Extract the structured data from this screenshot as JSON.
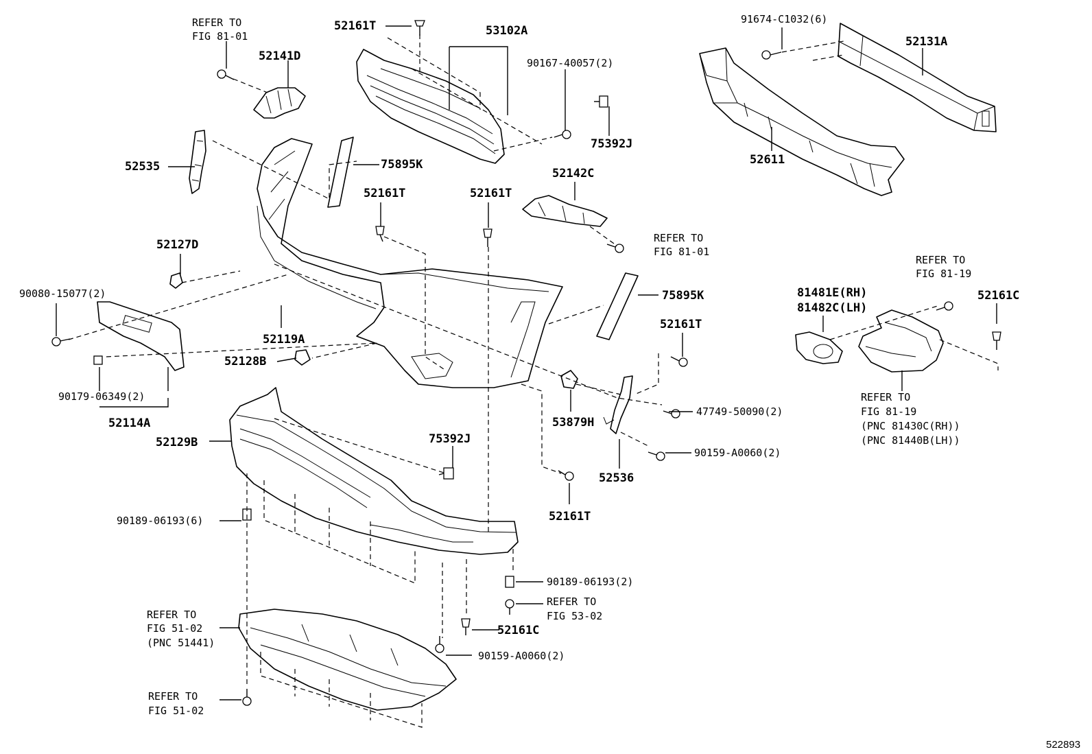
{
  "diagram_id": "522893",
  "labels": [
    {
      "text": "REFER TO"
    },
    {
      "text": "FIG 81-01"
    },
    {
      "text": "52141D"
    },
    {
      "text": "52161T"
    },
    {
      "text": "53102A"
    },
    {
      "text": "90167-40057(2)"
    },
    {
      "text": "75392J"
    },
    {
      "text": "91674-C1032(6)"
    },
    {
      "text": "52131A"
    },
    {
      "text": "52611"
    },
    {
      "text": "52535"
    },
    {
      "text": "75895K"
    },
    {
      "text": "52161T"
    },
    {
      "text": "52161T"
    },
    {
      "text": "52142C"
    },
    {
      "text": "REFER TO"
    },
    {
      "text": "FIG 81-01"
    },
    {
      "text": "52127D"
    },
    {
      "text": "90080-15077(2)"
    },
    {
      "text": "52119A"
    },
    {
      "text": "75895K"
    },
    {
      "text": "REFER TO"
    },
    {
      "text": "FIG 81-19"
    },
    {
      "text": "81481E(RH)"
    },
    {
      "text": "81482C(LH)"
    },
    {
      "text": "52161C"
    },
    {
      "text": "52161T"
    },
    {
      "text": "52128B"
    },
    {
      "text": "90179-06349(2)"
    },
    {
      "text": "52114A"
    },
    {
      "text": "47749-50090(2)"
    },
    {
      "text": "53879H"
    },
    {
      "text": "REFER TO"
    },
    {
      "text": "FIG 81-19"
    },
    {
      "text": "(PNC 81430C(RH))"
    },
    {
      "text": "(PNC 81440B(LH))"
    },
    {
      "text": "52129B"
    },
    {
      "text": "75392J"
    },
    {
      "text": "90159-A0060(2)"
    },
    {
      "text": "52536"
    },
    {
      "text": "52161T"
    },
    {
      "text": "90189-06193(6)"
    },
    {
      "text": "90189-06193(2)"
    },
    {
      "text": "REFER TO"
    },
    {
      "text": "FIG 53-02"
    },
    {
      "text": "REFER TO"
    },
    {
      "text": "FIG 51-02"
    },
    {
      "text": "(PNC 51441)"
    },
    {
      "text": "52161C"
    },
    {
      "text": "90159-A0060(2)"
    },
    {
      "text": "REFER TO"
    },
    {
      "text": "FIG 51-02"
    }
  ]
}
